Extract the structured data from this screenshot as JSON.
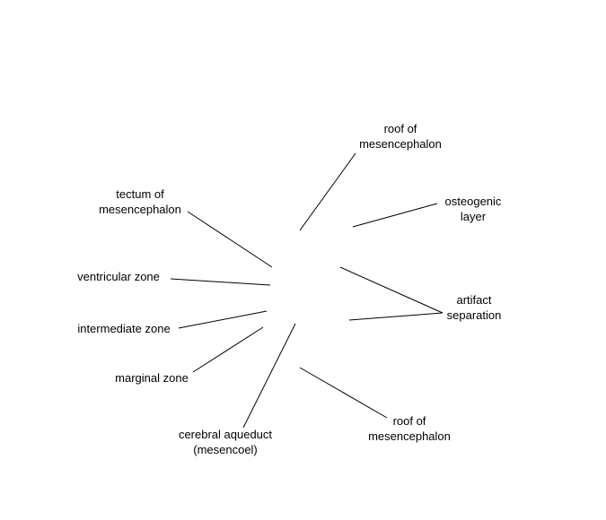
{
  "colors": {
    "background": "#ffffff",
    "line": "#000000",
    "text": "#000000"
  },
  "labels": {
    "roof_top": [
      "roof of",
      "mesencephalon"
    ],
    "osteogenic": [
      "osteogenic",
      "layer"
    ],
    "tectum": [
      "tectum of",
      "mesencephalon"
    ],
    "ventricular": [
      "ventricular zone"
    ],
    "intermediate": [
      "intermediate zone"
    ],
    "marginal": [
      "marginal zone"
    ],
    "artifact": [
      "artifact",
      "separation"
    ],
    "aqueduct": [
      "cerebral aqueduct",
      "(mesencoel)"
    ],
    "roof_bottom": [
      "roof of",
      "mesencephalon"
    ]
  }
}
